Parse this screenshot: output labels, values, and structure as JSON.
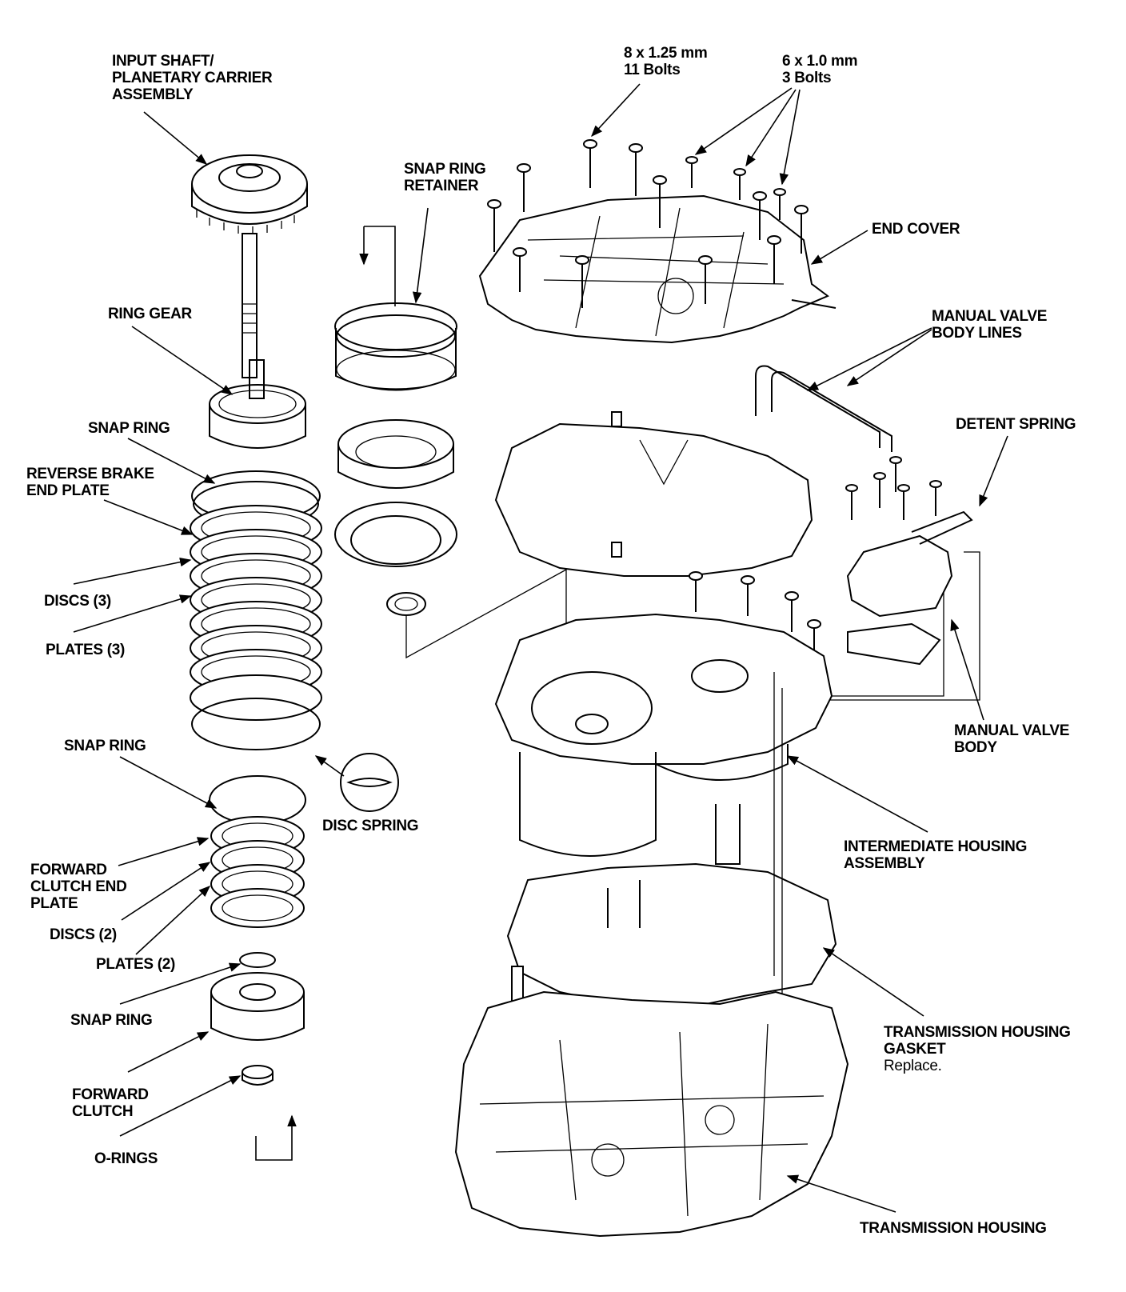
{
  "labels": {
    "input_shaft": [
      "INPUT SHAFT/",
      "PLANETARY CARRIER",
      "ASSEMBLY"
    ],
    "ring_gear": [
      "RING GEAR"
    ],
    "snap_ring_1": [
      "SNAP RING"
    ],
    "reverse_brake_end_plate": [
      "REVERSE BRAKE",
      "END PLATE"
    ],
    "discs_3": [
      "DISCS (3)"
    ],
    "plates_3": [
      "PLATES (3)"
    ],
    "snap_ring_2": [
      "SNAP RING"
    ],
    "forward_clutch_end_plate": [
      "FORWARD",
      "CLUTCH END",
      "PLATE"
    ],
    "discs_2": [
      "DISCS (2)"
    ],
    "plates_2": [
      "PLATES (2)"
    ],
    "snap_ring_3": [
      "SNAP RING"
    ],
    "forward_clutch": [
      "FORWARD",
      "CLUTCH"
    ],
    "o_rings": [
      "O-RINGS"
    ],
    "snap_ring_retainer": [
      "SNAP RING",
      "RETAINER"
    ],
    "disc_spring": [
      "DISC SPRING"
    ],
    "bolts_8mm": [
      "8 x 1.25 mm",
      "11 Bolts"
    ],
    "bolts_6mm": [
      "6 x 1.0 mm",
      "3 Bolts"
    ],
    "end_cover": [
      "END COVER"
    ],
    "manual_valve_body_lines": [
      "MANUAL VALVE",
      "BODY LINES"
    ],
    "detent_spring": [
      "DETENT SPRING"
    ],
    "manual_valve_body": [
      "MANUAL VALVE",
      "BODY"
    ],
    "intermediate_housing": [
      "INTERMEDIATE HOUSING",
      "ASSEMBLY"
    ],
    "transmission_housing_gasket": [
      "TRANSMISSION HOUSING",
      "GASKET"
    ],
    "transmission_housing_gasket_note": "Replace.",
    "transmission_housing": [
      "TRANSMISSION HOUSING"
    ]
  }
}
